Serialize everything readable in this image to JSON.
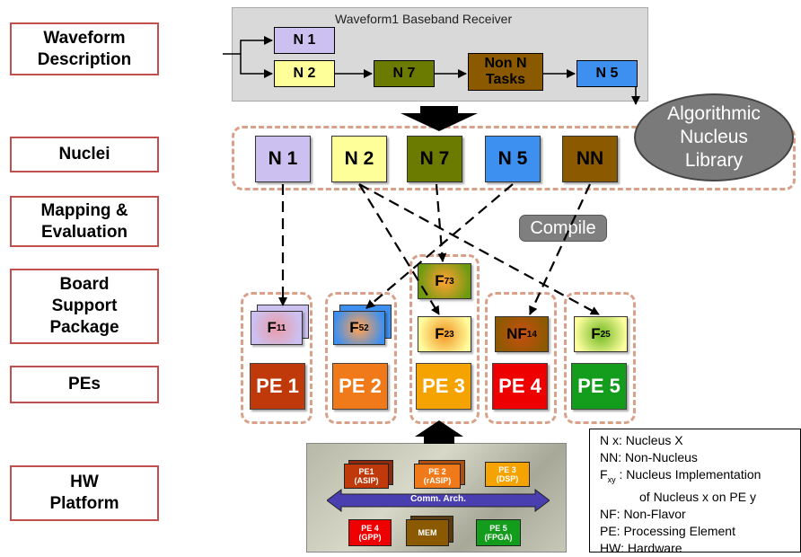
{
  "labels": {
    "waveform": "Waveform\nDescription",
    "nuclei": "Nuclei",
    "mapping": "Mapping &\nEvaluation",
    "bsp": "Board\nSupport\nPackage",
    "pes": "PEs",
    "hw": "HW\nPlatform"
  },
  "waveform": {
    "title": "Waveform1 Baseband Receiver",
    "n1": "N 1",
    "n2": "N 2",
    "n7": "N 7",
    "nonn": "Non N\nTasks",
    "n5": "N 5"
  },
  "nuclei": {
    "n1": "N 1",
    "n2": "N 2",
    "n7": "N 7",
    "n5": "N 5",
    "nn": "NN"
  },
  "library": "Algorithmic\nNucleus\nLibrary",
  "compile": "Compile",
  "flavors": {
    "f11": {
      "base": "F",
      "sub": "11"
    },
    "f52": {
      "base": "F",
      "sub": "52"
    },
    "f73": {
      "base": "F",
      "sub": "73"
    },
    "f23": {
      "base": "F",
      "sub": "23"
    },
    "nf14": {
      "base": "NF",
      "sub": "14"
    },
    "f25": {
      "base": "F",
      "sub": "25"
    }
  },
  "pes": {
    "pe1": "PE 1",
    "pe2": "PE 2",
    "pe3": "PE 3",
    "pe4": "PE 4",
    "pe5": "PE 5"
  },
  "hw": {
    "pe1": "PE1\n(ASIP)",
    "pe2": "PE 2\n(rASIP)",
    "pe3": "PE 3\n(DSP)",
    "comm": "Comm. Arch.",
    "pe4": "PE 4\n(GPP)",
    "mem": "MEM",
    "pe5": "PE 5\n(FPGA)"
  },
  "legend": {
    "l1": "N x:  Nucleus X",
    "l2": "NN: Non-Nucleus",
    "l3_base": "F",
    "l3_sub": "xy",
    "l3_rest": " :  Nucleus Implementation",
    "l4": "of Nucleus x on PE y",
    "l5": "NF: Non-Flavor",
    "l6": "PE: Processing Element",
    "l7": "HW: Hardware"
  },
  "colors": {
    "red": "#c0504d",
    "n1": "#ccc0f0",
    "n2": "#ffff99",
    "n7": "#6b7a00",
    "nonn": "#8b5a00",
    "n5": "#3d8ff0",
    "pe1": "#c0390b",
    "pe2": "#f07a1a",
    "pe3": "#f4a300",
    "pe4": "#ee0000",
    "pe5": "#149c1c"
  }
}
